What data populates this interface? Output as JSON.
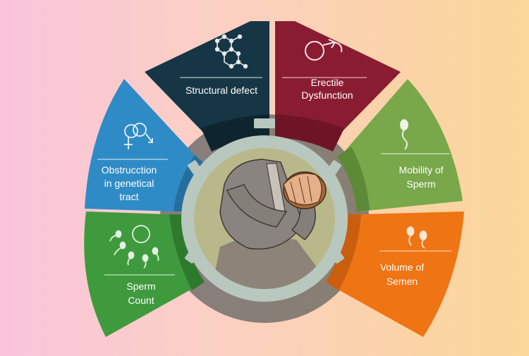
{
  "segments": [
    {
      "id": "structural",
      "lines": [
        "Structural defect"
      ],
      "color": "#163645",
      "icon": "hexagon-network-icon"
    },
    {
      "id": "erectile",
      "lines": [
        "Erectile",
        "Dysfunction"
      ],
      "color": "#8a1c32",
      "icon": "male-symbol-icon"
    },
    {
      "id": "mobility",
      "lines": [
        "Mobility of",
        "Sperm"
      ],
      "color": "#78a84a",
      "icon": "sperm-icon"
    },
    {
      "id": "volume",
      "lines": [
        "Volume of",
        "Semen"
      ],
      "color": "#ef7414",
      "icon": "sperm-pair-icon"
    },
    {
      "id": "count",
      "lines": [
        "Sperm",
        "Count"
      ],
      "color": "#3f9a3e",
      "icon": "egg-sperm-icon"
    },
    {
      "id": "obstruction",
      "lines": [
        "Obstrucction",
        "in genetical",
        "tract"
      ],
      "color": "#2f8bc6",
      "icon": "interlocked-gender-icon"
    }
  ],
  "center": {
    "illustration": "distressed-man-illustration",
    "bg": "#b8b88a"
  }
}
